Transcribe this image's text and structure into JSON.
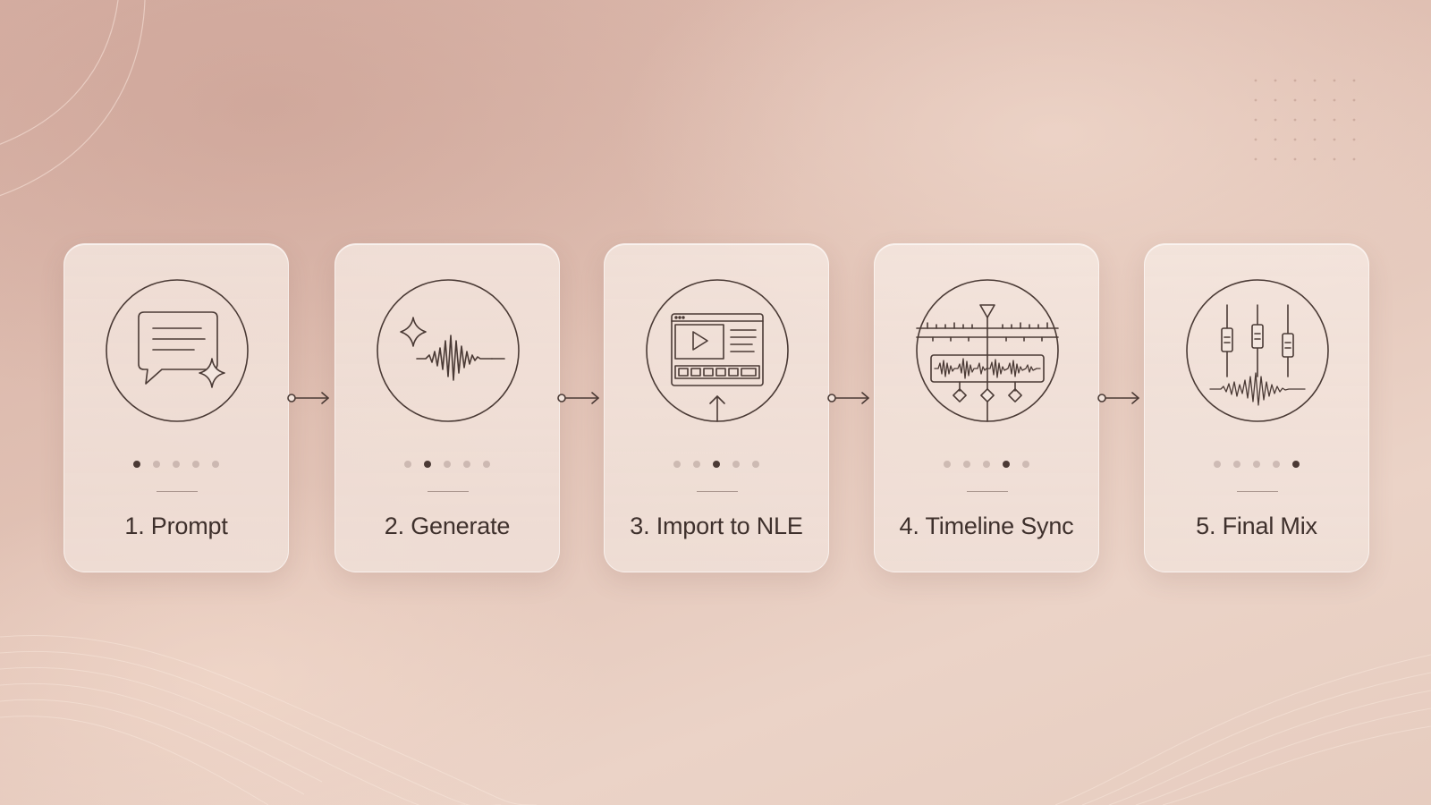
{
  "steps": [
    {
      "label": "1. Prompt",
      "icon": "chat-sparkle-icon",
      "active_dot": 1
    },
    {
      "label": "2. Generate",
      "icon": "sparkle-waveform-icon",
      "active_dot": 2
    },
    {
      "label": "3. Import to NLE",
      "icon": "video-editor-import-icon",
      "active_dot": 3
    },
    {
      "label": "4. Timeline Sync",
      "icon": "timeline-sync-icon",
      "active_dot": 4
    },
    {
      "label": "5. Final Mix",
      "icon": "mixer-faders-icon",
      "active_dot": 5
    }
  ],
  "dots_per_step": 5,
  "colors": {
    "ink": "#3e302c",
    "dot_active": "#4b3a35",
    "card": "#f3e6df",
    "background": "#e0c0b3"
  }
}
